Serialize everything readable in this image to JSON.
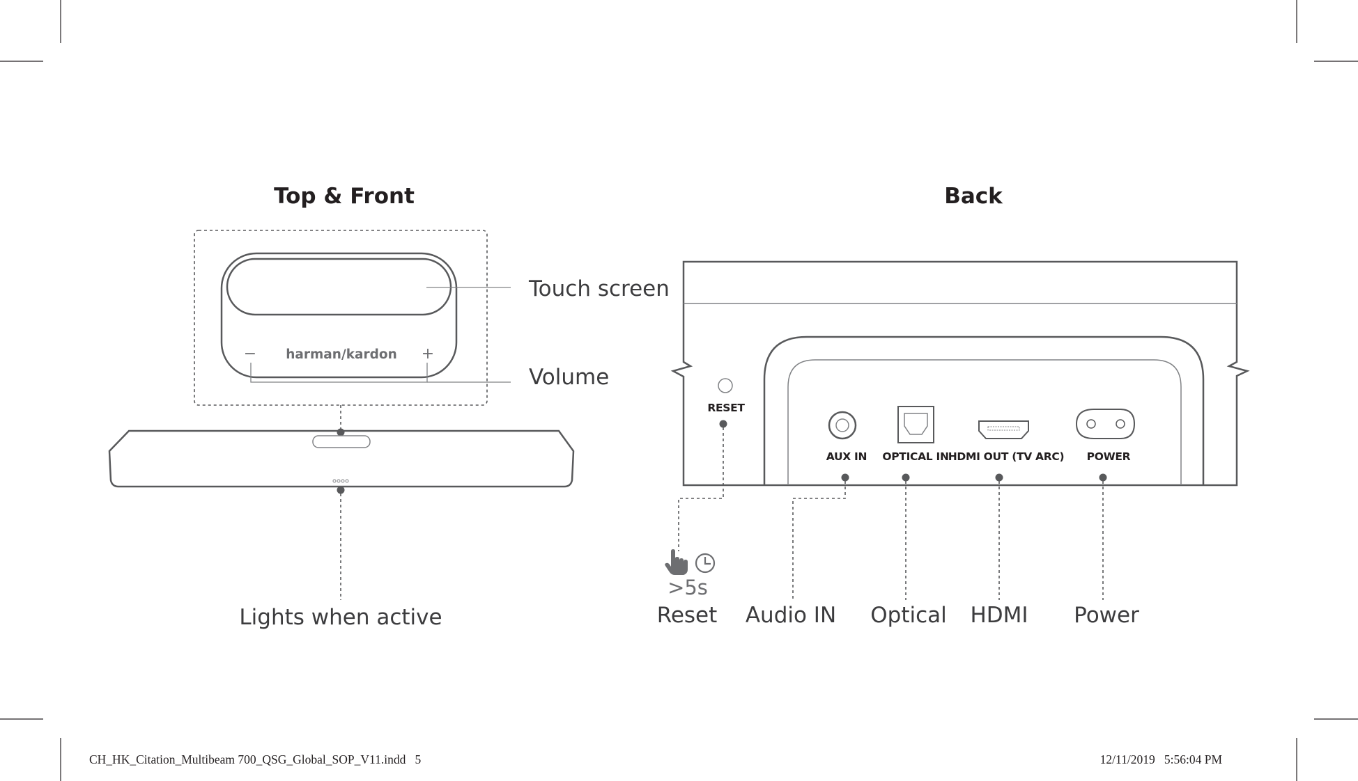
{
  "sections": {
    "top_front_title": "Top & Front",
    "back_title": "Back"
  },
  "front": {
    "brand": "harman/kardon",
    "minus": "−",
    "plus": "+",
    "callouts": {
      "touch_screen": "Touch screen",
      "volume": "Volume",
      "lights": "Lights when active"
    }
  },
  "back": {
    "reset_port_label": "RESET",
    "ports": {
      "aux": "AUX IN",
      "optical": "OPTICAL IN",
      "hdmi": "HDMI OUT (TV ARC)",
      "power": "POWER"
    },
    "hold_time": ">5s",
    "callouts": {
      "reset": "Reset",
      "audio_in": "Audio IN",
      "optical": "Optical",
      "hdmi": "HDMI",
      "power": "Power"
    }
  },
  "footer": {
    "filename": "CH_HK_Citation_Multibeam 700_QSG_Global_SOP_V11.indd   5",
    "timestamp": "12/11/2019   5:56:04 PM"
  },
  "icons": [
    "hand-press-icon",
    "clock-icon",
    "reset-button-icon",
    "aux-jack-icon",
    "optical-port-icon",
    "hdmi-port-icon",
    "power-socket-icon"
  ]
}
